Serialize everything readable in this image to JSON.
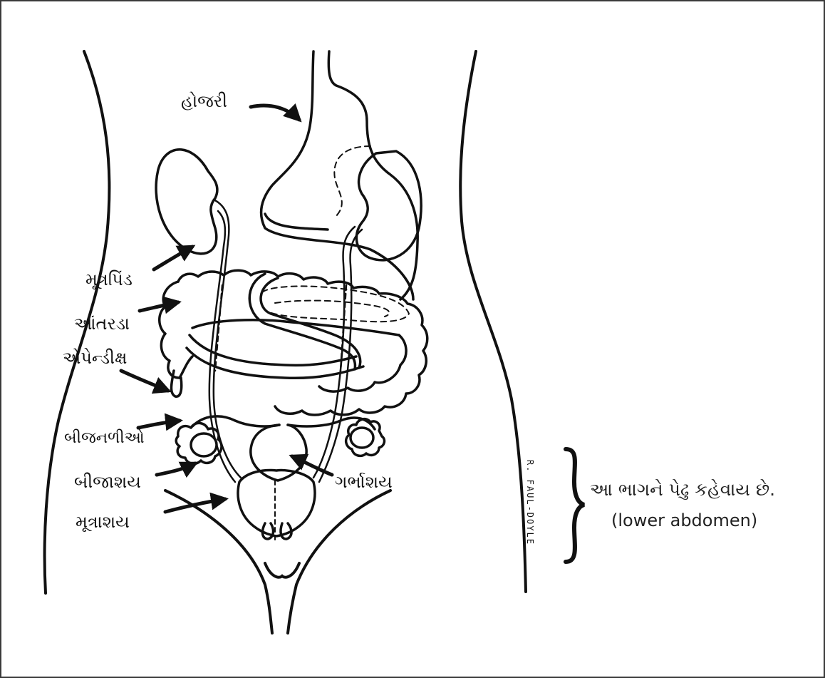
{
  "labels": {
    "stomach": "હોજરી",
    "kidney": "મૂત્રપિંડ",
    "intestine": "આંતરડા",
    "appendix": "એપેન્ડીક્ષ",
    "fallopian_tubes": "બીજનળીઓ",
    "ovary": "બીજાશય",
    "uterus": "ગર્ભાશય",
    "bladder": "મૂત્રાશય"
  },
  "region_note": {
    "gujarati": "આ ભાગને પેઢુ કહેવાય છે.",
    "english": "(lower abdomen)"
  },
  "signature": "R. FAUL-DOYLE",
  "colors": {
    "line": "#111111",
    "frame": "#3a3a3a",
    "background": "#ffffff"
  }
}
